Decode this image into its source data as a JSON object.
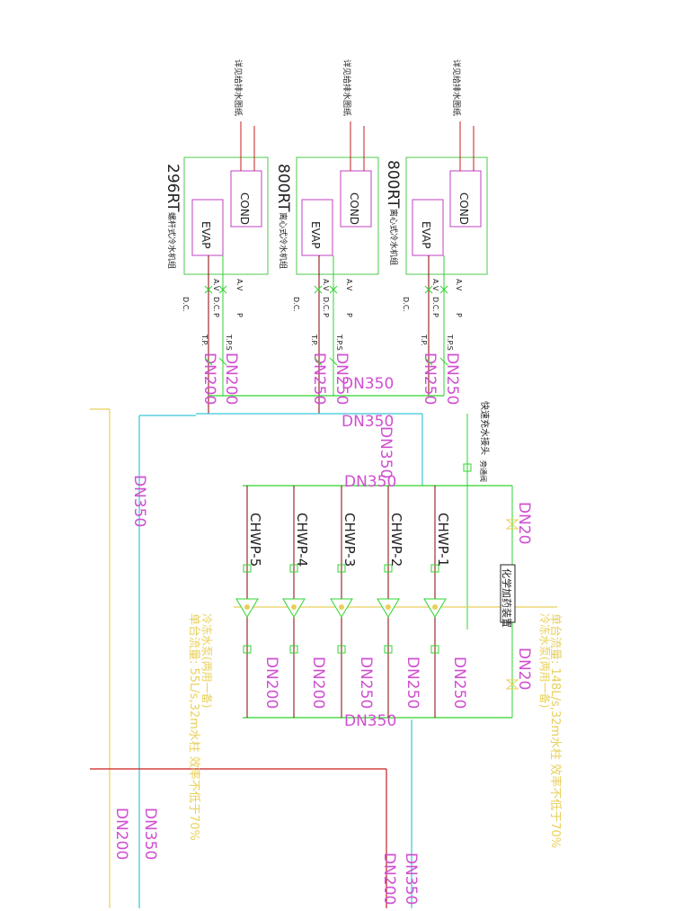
{
  "colors": {
    "chilled_supply": "#8b0000",
    "chilled_return": "#32d232",
    "header_cyan": "#39c6d6",
    "yellow": "#e8d05a",
    "green": "#2fd42f",
    "magenta": "#d04fd0",
    "red": "#c81e1e",
    "box_magenta": "#c040c0",
    "box_green": "#4fc84f"
  },
  "chillers": [
    {
      "capacity": "296RT",
      "type": "螺杆式冷水机组",
      "note": "详见给排水图纸",
      "cond": "COND",
      "evap": "EVAP",
      "dn_left": "DN200",
      "dn_right": "DN200"
    },
    {
      "capacity": "800RT",
      "type": "离心式冷水机组",
      "note": "详见给排水图纸",
      "cond": "COND",
      "evap": "EVAP",
      "dn_left": "DN250",
      "dn_right": "DN250"
    },
    {
      "capacity": "800RT",
      "type": "离心式冷水机组",
      "note": "详见给排水图纸",
      "cond": "COND",
      "evap": "EVAP",
      "dn_left": "DN250",
      "dn_right": "DN250"
    }
  ],
  "chiller_tags": {
    "av": "A.V",
    "dc": "D.C.",
    "p": "P",
    "tp": "T.P.",
    "tps": "T.P.S"
  },
  "headers": {
    "top_1": "DN350",
    "top_2": "DN350",
    "vertical": "DN350",
    "pump_header": "DN350",
    "bottom_header": "DN350",
    "left_main": "DN350",
    "left_bottom_1": "DN350",
    "left_bottom_2": "DN200",
    "right_bottom_1": "DN350",
    "right_bottom_2": "DN200"
  },
  "fill_note": "快速充水接头",
  "bypass_valve_label": "旁通阀",
  "chemical_dosing": "化学加药装置",
  "dn20_top": "DN20",
  "dn20_bottom": "DN20",
  "pumps": [
    {
      "label": "CHWP-1",
      "dn": "DN250"
    },
    {
      "label": "CHWP-2",
      "dn": "DN250"
    },
    {
      "label": "CHWP-3",
      "dn": "DN250"
    },
    {
      "label": "CHWP-4",
      "dn": "DN200"
    },
    {
      "label": "CHWP-5",
      "dn": "DN200"
    }
  ],
  "pump_group_1": {
    "title": "冷冻水泵(两用一备)",
    "spec": "单台流量: 148L/s,32m水柱  效率不低于70%"
  },
  "pump_group_2": {
    "title": "冷冻水泵(两用一备)",
    "spec": "单台流量: 55L/s,32m水柱  效率不低于70%"
  }
}
